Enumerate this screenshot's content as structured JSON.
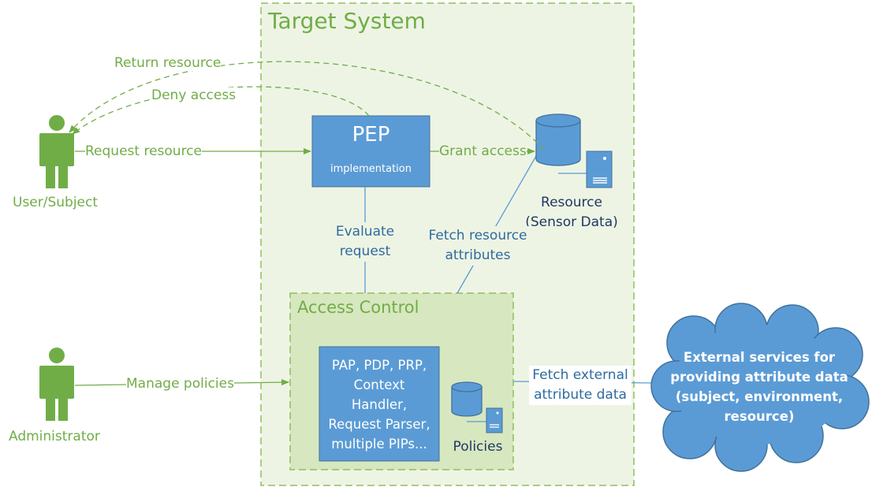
{
  "target_system": {
    "title": "Target System"
  },
  "access_control": {
    "title": "Access Control"
  },
  "pep": {
    "title": "PEP",
    "subtitle": "implementation"
  },
  "components": {
    "lines": [
      "PAP, PDP, PRP,",
      "Context",
      "Handler,",
      "Request Parser,",
      "multiple PIPs..."
    ]
  },
  "policies": {
    "label": "Policies"
  },
  "resource": {
    "lines": [
      "Resource",
      "(Sensor Data)"
    ]
  },
  "actors": {
    "user": "User/Subject",
    "admin": "Administrator"
  },
  "edges": {
    "return_resource": "Return resource",
    "deny_access": "Deny access",
    "request_resource": "Request resource",
    "grant_access": "Grant access",
    "evaluate_request": [
      "Evaluate",
      "request"
    ],
    "fetch_resource_attributes": [
      "Fetch resource",
      "attributes"
    ],
    "manage_policies": "Manage policies",
    "fetch_external": [
      "Fetch external",
      "attribute data"
    ]
  },
  "external": {
    "lines": [
      "External services for",
      "providing attribute data",
      "(subject, environment,",
      "resource)"
    ]
  },
  "colors": {
    "green": "#70ad47",
    "blue": "#5b9bd5",
    "dark_blue": "#2e6b9f",
    "panel": "#eef4e4",
    "inner_panel": "#d7e7bf"
  }
}
